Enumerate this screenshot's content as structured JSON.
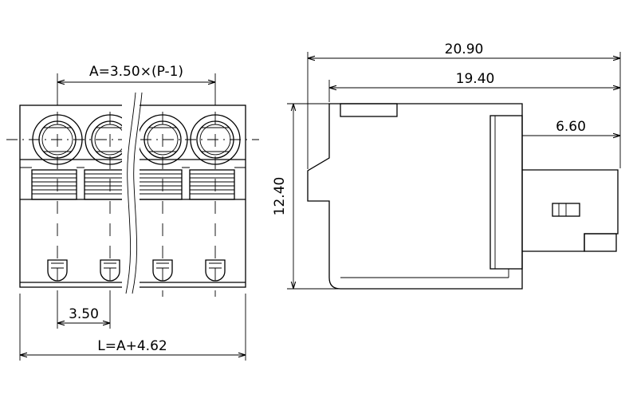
{
  "front_view": {
    "pitch_formula": "A=3.50×(P-1)",
    "pitch": "3.50",
    "length_formula": "L=A+4.62"
  },
  "side_view": {
    "overall_length": "20.90",
    "body_length": "19.40",
    "height": "12.40",
    "plug_depth": "6.60"
  }
}
